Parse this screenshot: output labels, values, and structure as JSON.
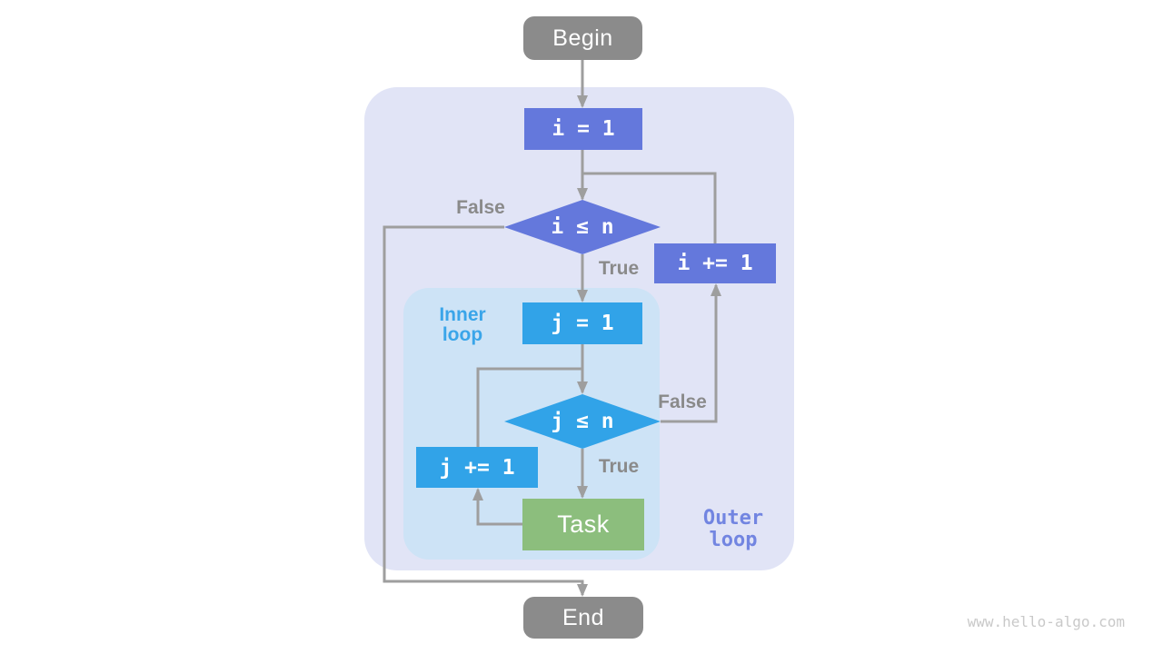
{
  "colors": {
    "canvas_bg": "#ffffff",
    "outer_region_bg": "#e1e4f6",
    "inner_region_bg": "#cde3f6",
    "terminal_node_bg": "#8b8b8b",
    "outer_node_bg": "#6478dc",
    "inner_node_bg": "#31a3e8",
    "task_node_bg": "#8cbe7d",
    "node_text": "#ffffff",
    "connector": "#9e9e9e",
    "edge_label_text": "#8a8a8a",
    "inner_label_text": "#3aa5e9",
    "outer_label_text": "#7285e1",
    "watermark_text": "#c9c9c9"
  },
  "flowchart": {
    "nodes": {
      "begin": {
        "label": "Begin"
      },
      "outer_init": {
        "label": "i = 1"
      },
      "outer_cond": {
        "label": "i ≤ n"
      },
      "outer_incr": {
        "label": "i += 1"
      },
      "inner_init": {
        "label": "j = 1"
      },
      "inner_cond": {
        "label": "j ≤ n"
      },
      "inner_incr": {
        "label": "j += 1"
      },
      "task": {
        "label": "Task"
      },
      "end": {
        "label": "End"
      }
    },
    "edge_labels": {
      "outer_cond_false": "False",
      "outer_cond_true": "True",
      "inner_cond_false": "False",
      "inner_cond_true": "True"
    },
    "regions": {
      "inner_loop": {
        "lines": [
          "Inner",
          "loop"
        ]
      },
      "outer_loop": {
        "lines": [
          "Outer",
          "loop"
        ]
      }
    }
  },
  "watermark": "www.hello-algo.com"
}
